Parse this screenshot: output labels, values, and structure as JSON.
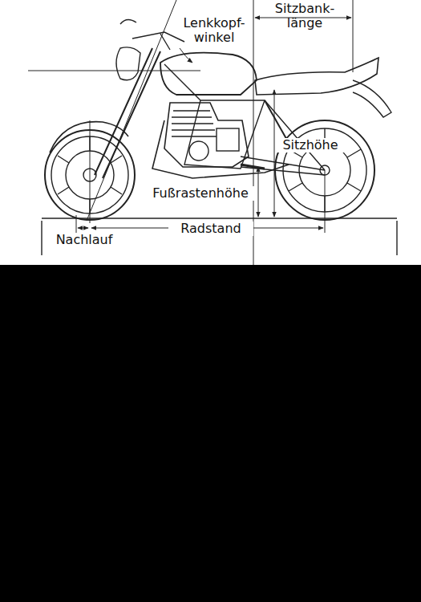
{
  "diagram": {
    "labels": [
      "Lenkkopf- winkel",
      "Sitzbank- länge",
      "Sitzhöhe",
      "Fußrastenhöhe",
      "Nachlauf",
      "Radstand"
    ]
  }
}
